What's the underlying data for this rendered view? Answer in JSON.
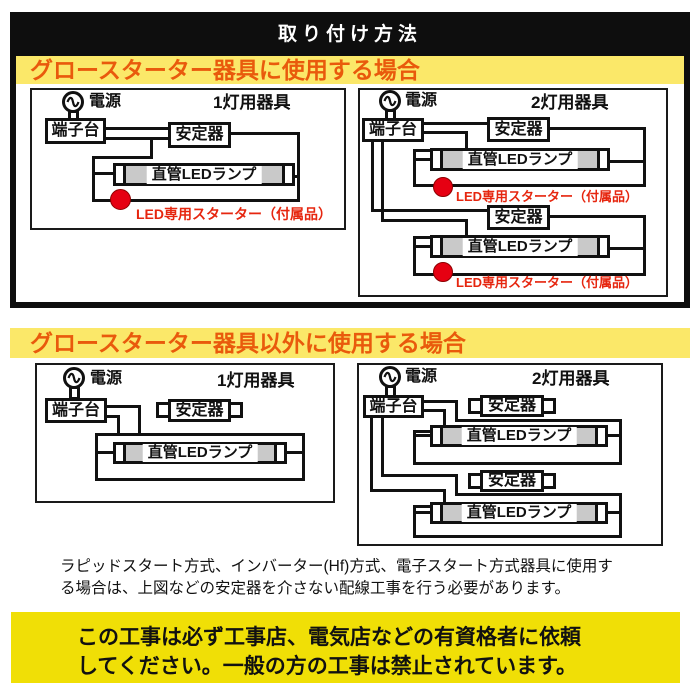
{
  "title": "取り付け方法",
  "sections": [
    {
      "heading": "グロースターター器具に使用する場合",
      "diagrams": [
        {
          "fixture": "1灯用器具"
        },
        {
          "fixture": "2灯用器具"
        }
      ]
    },
    {
      "heading": "グロースターター器具以外に使用する場合",
      "diagrams": [
        {
          "fixture": "1灯用器具"
        },
        {
          "fixture": "2灯用器具"
        }
      ]
    }
  ],
  "labels": {
    "power": "電源",
    "terminal_block": "端子台",
    "ballast": "安定器",
    "led_lamp": "直管LEDランプ",
    "led_starter": "LED専用スターター（付属品）"
  },
  "note": "ラピッドスタート方式、インバーター(Hf)方式、電子スタート方式器具に使用す\nる場合は、上図などの安定器を介さない配線工事を行う必要があります。",
  "warning": "この工事は必ず工事店、電気店などの有資格者に依頼\nしてください。一般の方の工事は禁止されています。",
  "colors": {
    "title_bar": "#0e0e0e",
    "heading_band": "#fbe869",
    "heading_text": "#e95a0c",
    "warning_box": "#f0df06",
    "starter_red": "#e60012",
    "tube_gray": "#c9c9c9"
  }
}
